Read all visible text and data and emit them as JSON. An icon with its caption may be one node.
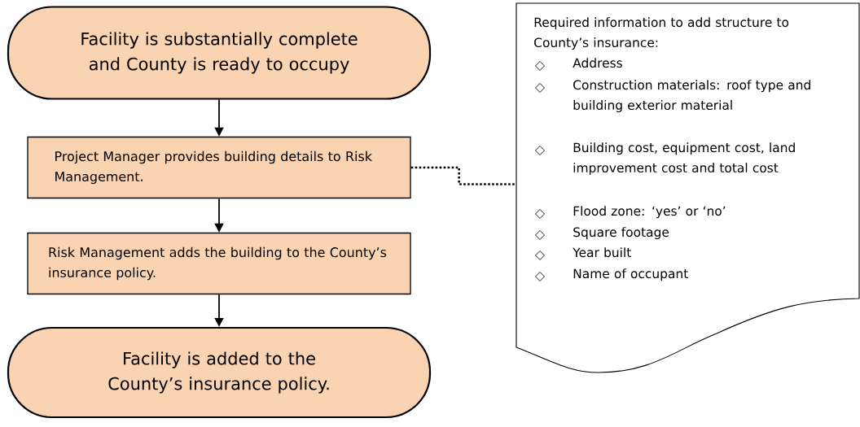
{
  "diagram": {
    "nodes": [
      {
        "text": [
          "Facility is substantially complete and County is ready to occupy"
        ]
      },
      {
        "text": [
          "Project Manager provides building details to Risk Management."
        ]
      },
      {
        "text": [
          "Risk Management adds the building to the County’s insurance policy."
        ]
      },
      {
        "text": [
          "Facility is added to the County’s insurance policy."
        ]
      },
      {
        "text": [
          "Required information to add structure to County’s insurance:",
          "Address",
          "Construction materials: roof type and building exterior material",
          "Building cost, equipment cost, land improvement cost and total cost",
          "Flood zone: ‘yes’ or ‘no’",
          "Square footage",
          "Year built",
          "Name of occupant"
        ]
      }
    ],
    "edges": [
      {
        "from": 0,
        "to": 1,
        "arrow": "to"
      },
      {
        "from": 1,
        "to": 2,
        "arrow": "to"
      },
      {
        "from": 2,
        "to": 3,
        "arrow": "to"
      },
      {
        "from": 1,
        "to": 4,
        "arrow": "none",
        "style": "dashed"
      }
    ]
  }
}
